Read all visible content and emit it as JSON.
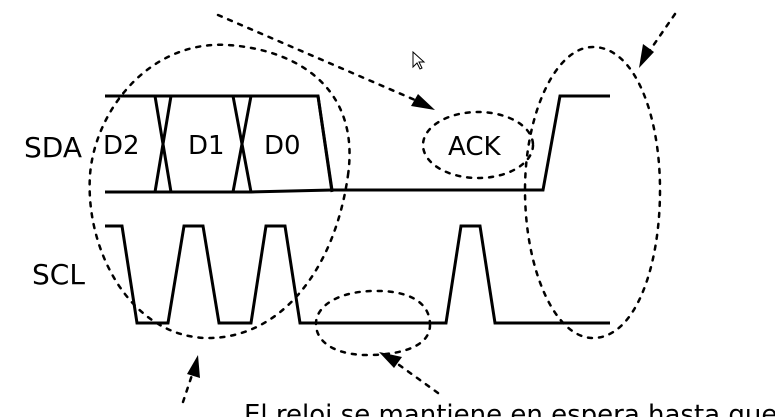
{
  "signals": {
    "sda": "SDA",
    "scl": "SCL"
  },
  "bits": [
    "D2",
    "D1",
    "D0"
  ],
  "ack": "ACK",
  "bottom_caption": "El reloj se mantiene en espera hasta que el bit es leído"
}
